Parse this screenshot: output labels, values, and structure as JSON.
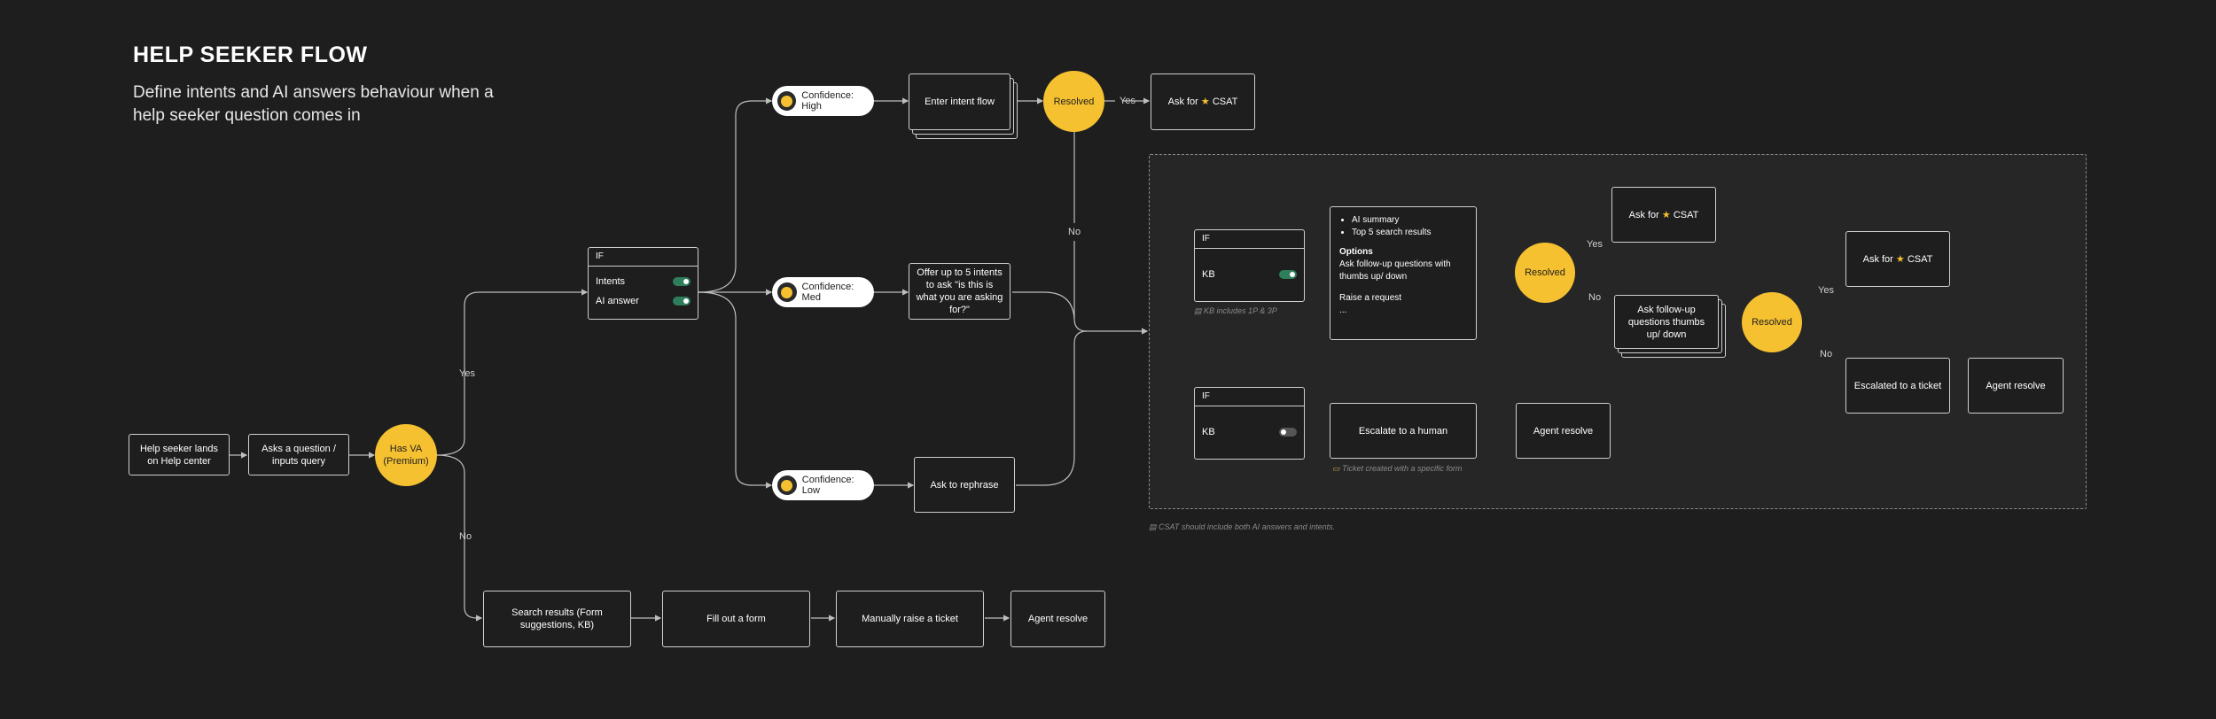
{
  "title": "HELP SEEKER FLOW",
  "subtitle": "Define intents and AI answers behaviour when a help seeker question comes in",
  "nodes": {
    "help_seeker": "Help seeker lands on Help center",
    "asks_question": "Asks a question / inputs query",
    "has_va": "Has VA (Premium)",
    "if_header": "IF",
    "intents": "Intents",
    "ai_answer": "AI answer",
    "conf_high": "Confidence: High",
    "conf_med": "Confidence: Med",
    "conf_low": "Confidence: Low",
    "enter_intent_flow": "Enter intent flow",
    "resolved_top": "Resolved",
    "ask_csat_top_pre": "Ask for",
    "ask_csat_top_post": "CSAT",
    "offer_intents": "Offer up to 5 intents to ask \"is this is what you are asking for?\"",
    "ask_rephrase": "Ask to rephrase",
    "search_results": "Search results (Form suggestions, KB)",
    "fill_form": "Fill out a form",
    "raise_ticket": "Manually raise a ticket",
    "agent_resolve_bottom": "Agent resolve",
    "if_kb_header_1": "IF",
    "kb_1": "KB",
    "kb_note": "KB includes 1P & 3P",
    "options_list": [
      "AI summary",
      "Top 5 search results"
    ],
    "options_title": "Options",
    "options_line1": "Ask follow-up questions with thumbs up/ down",
    "options_line2": "Raise a request",
    "options_line3": "...",
    "resolved_mid": "Resolved",
    "ask_csat_mid_pre": "Ask for",
    "ask_csat_mid_post": "CSAT",
    "ask_followup": "Ask follow-up questions thumbs up/ down",
    "resolved_right": "Resolved",
    "ask_csat_right_pre": "Ask for",
    "ask_csat_right_post": "CSAT",
    "escalated_ticket": "Escalated to a ticket",
    "agent_resolve_right": "Agent resolve",
    "if_kb_header_2": "IF",
    "kb_2": "KB",
    "escalate_human": "Escalate to a human",
    "agent_resolve_mid": "Agent resolve",
    "ticket_note": "Ticket created with a specific form",
    "csat_note": "CSAT should include both AI answers and intents."
  },
  "edge_labels": {
    "yes_va": "Yes",
    "no_va": "No",
    "yes_top": "Yes",
    "no_top": "No",
    "yes_mid": "Yes",
    "no_mid": "No",
    "yes_right": "Yes",
    "no_right": "No"
  },
  "colors": {
    "background": "#1e1e1f",
    "accent_yellow": "#f6c130",
    "line": "#bdbdbd",
    "toggle_on": "#2e7d5b"
  },
  "icons": {
    "star": "★",
    "note": "note-icon",
    "ticket": "ticket-icon",
    "emoji": "smiley-icon"
  }
}
